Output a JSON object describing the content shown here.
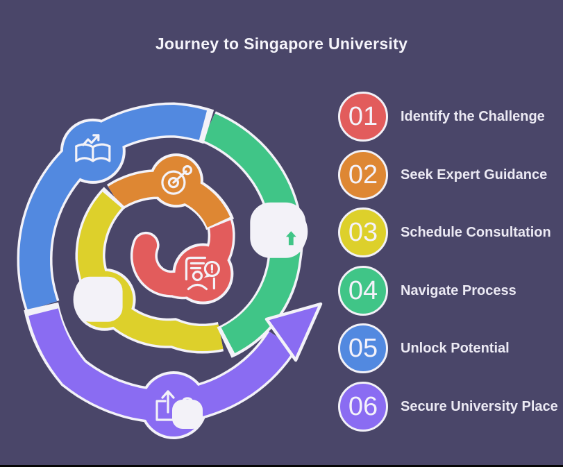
{
  "title": "Journey to Singapore University",
  "diagram": {
    "type": "spiral-process",
    "description": "Spiral winding outward counterclockwise from center, ending in an arrow pointing up-right",
    "arrow_color": "#8a6cf2",
    "background_color": "#4a4669"
  },
  "steps": [
    {
      "number": "01",
      "label": "Identify the Challenge",
      "color": "#e25c5c",
      "icon": "person-alert-icon"
    },
    {
      "number": "02",
      "label": "Seek Expert Guidance",
      "color": "#de8733",
      "icon": "target-icon"
    },
    {
      "number": "03",
      "label": "Schedule Consultation",
      "color": "#ddd02b",
      "icon": "calendar-phone-icon"
    },
    {
      "number": "04",
      "label": "Navigate Process",
      "color": "#40c587",
      "icon": "profile-upload-icon"
    },
    {
      "number": "05",
      "label": "Unlock Potential",
      "color": "#5289e0",
      "icon": "book-growth-icon"
    },
    {
      "number": "06",
      "label": "Secure University Place",
      "color": "#8a6cf2",
      "icon": "upload-lock-icon"
    }
  ]
}
